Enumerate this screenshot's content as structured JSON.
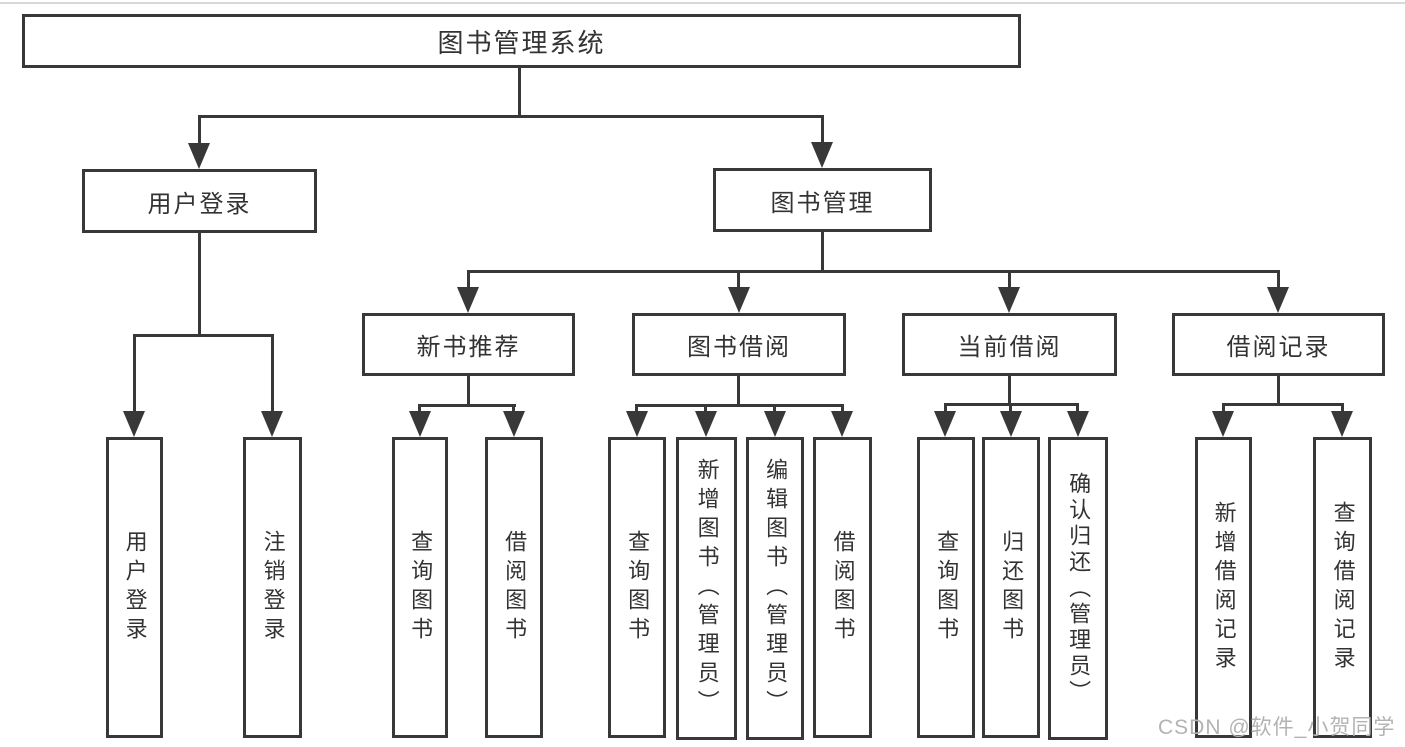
{
  "tree": {
    "root": "图书管理系统",
    "children": [
      {
        "label": "用户登录",
        "children": [
          "用户登录",
          "注销登录"
        ]
      },
      {
        "label": "图书管理",
        "children": [
          {
            "label": "新书推荐",
            "children": [
              "查询图书",
              "借阅图书"
            ]
          },
          {
            "label": "图书借阅",
            "children": [
              "查询图书",
              "新增图书（管理员）",
              "编辑图书（管理员）",
              "借阅图书"
            ]
          },
          {
            "label": "当前借阅",
            "children": [
              "查询图书",
              "归还图书",
              "确认归还（管理员）"
            ]
          },
          {
            "label": "借阅记录",
            "children": [
              "新增借阅记录",
              "查询借阅记录"
            ]
          }
        ]
      }
    ]
  },
  "watermark": {
    "text": "CSDN @软件_小贺同学"
  },
  "colors": {
    "line": "#383838",
    "text": "#333333",
    "watermark": "#b3b3b3",
    "background": "#ffffff"
  }
}
